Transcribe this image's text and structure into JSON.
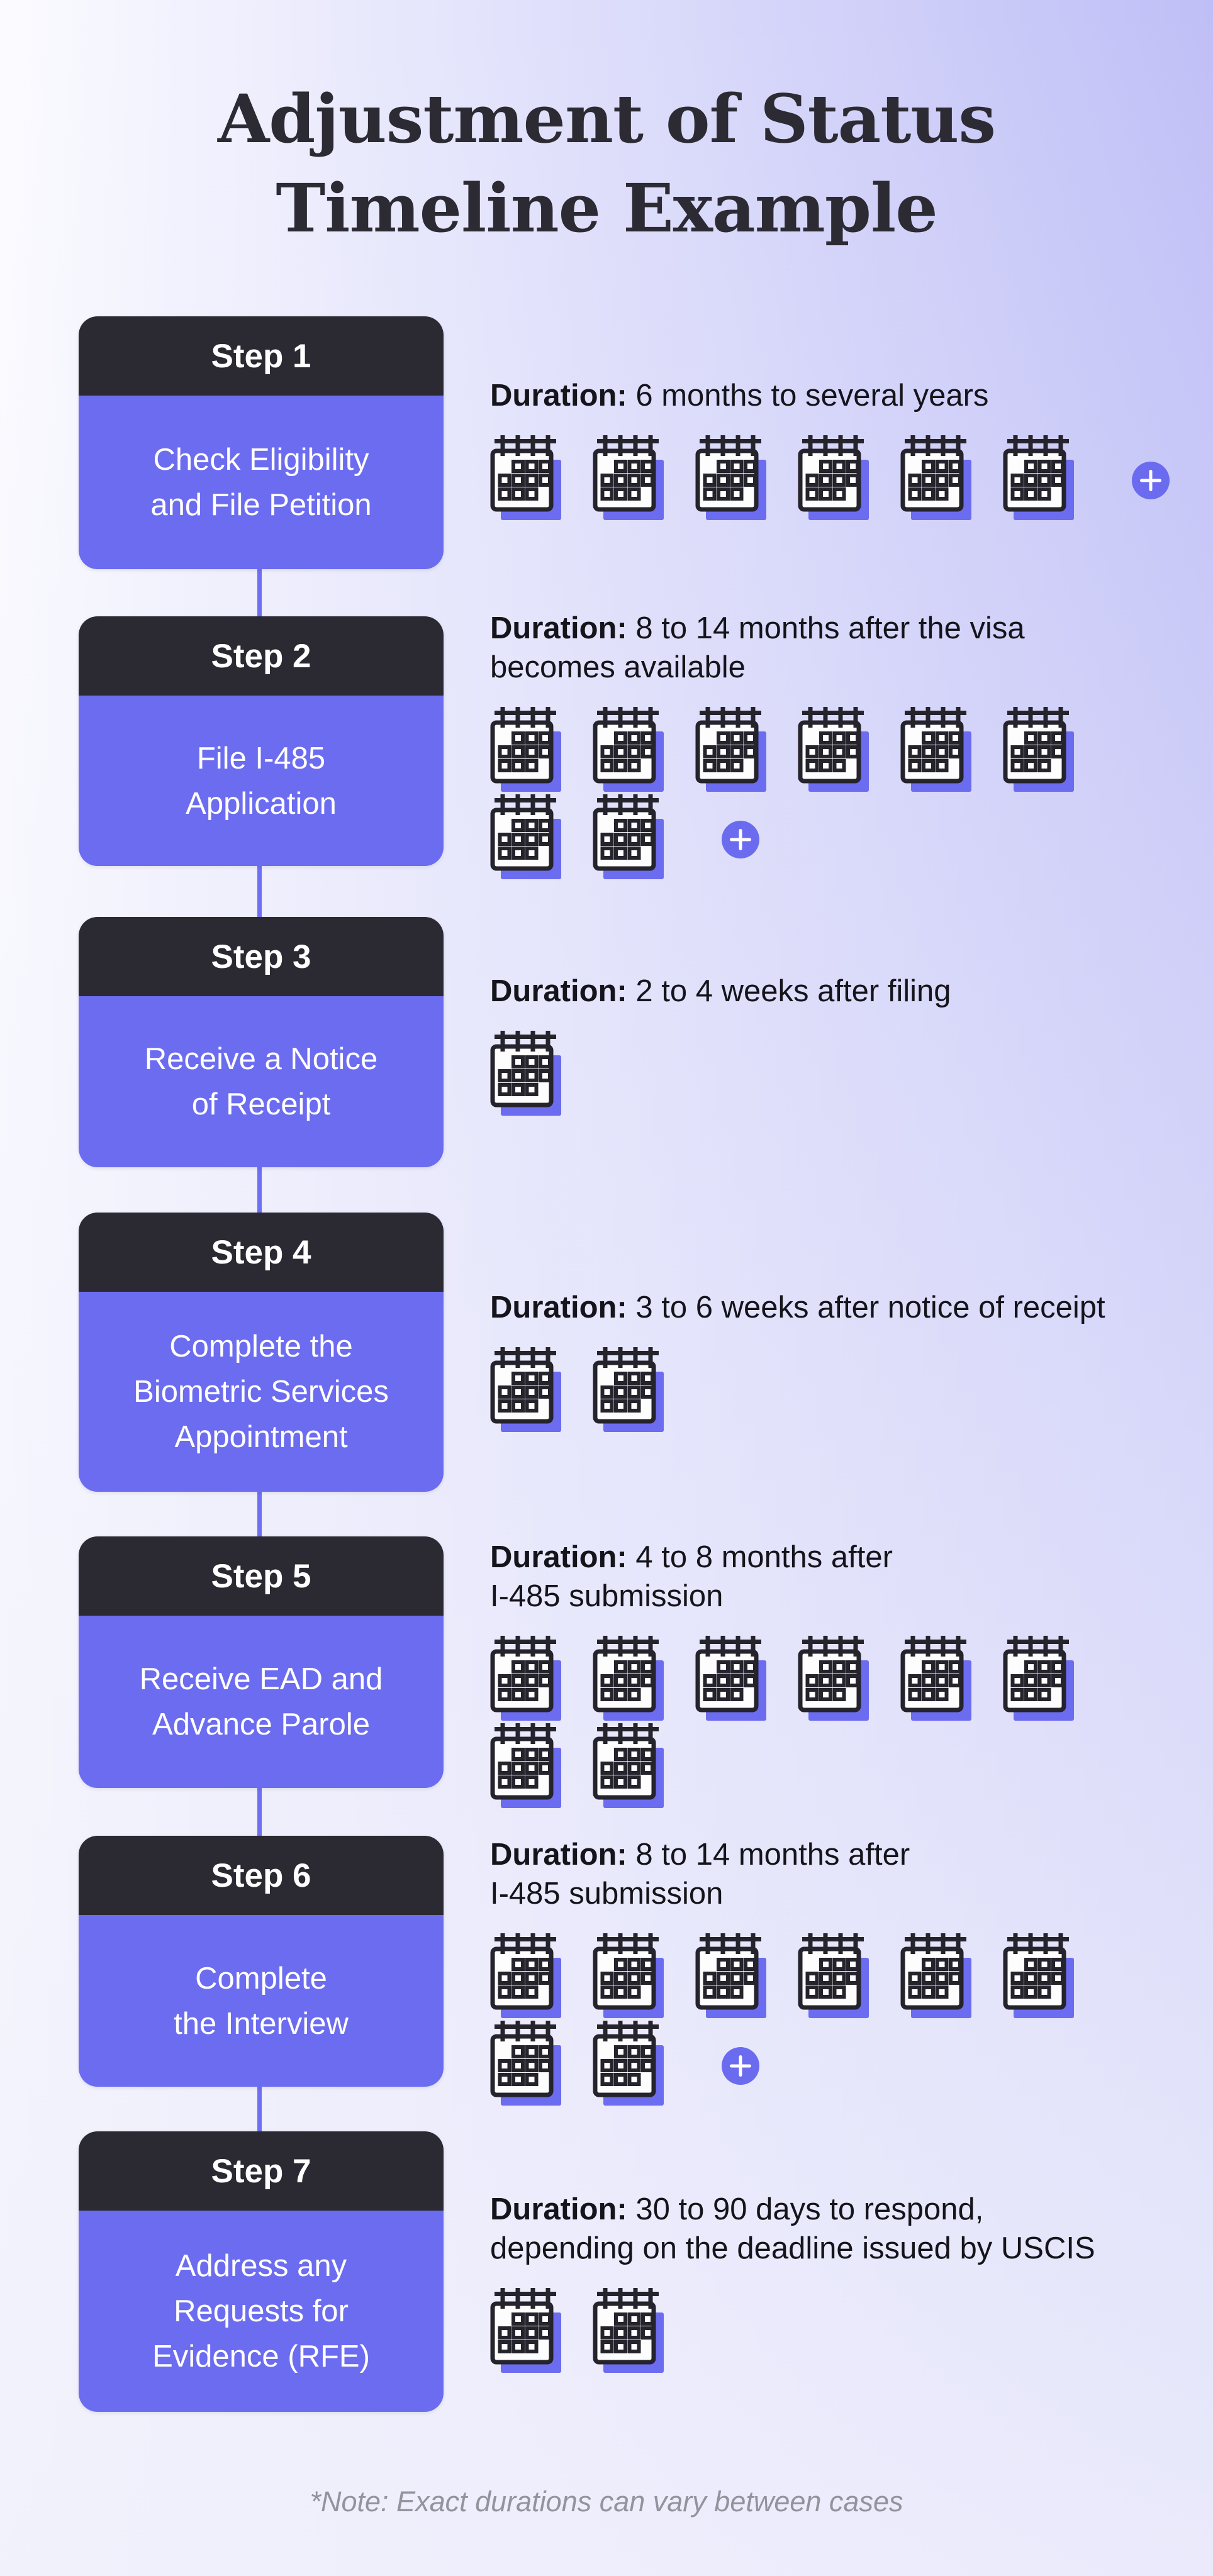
{
  "page": {
    "title": "Adjustment of Status\nTimeline Example",
    "footnote": "*Note: Exact durations can vary between cases"
  },
  "labels": {
    "duration": "Duration:"
  },
  "colors": {
    "accent_purple": "#6c6cf0",
    "header_dark": "#2b2932",
    "icon_ink": "#25232b",
    "icon_paper": "#fdfdfe",
    "title_text": "#2c2a33",
    "body_text": "#15141b",
    "note_gray": "#93939e",
    "background_left": "#fbfbff",
    "background_right": "#bfbff7"
  },
  "steps": [
    {
      "label": "Step 1",
      "title": "Check Eligibility\nand File Petition",
      "duration_text": "6 months to several years",
      "calendar_rows": [
        6
      ],
      "plus_after_row": 0
    },
    {
      "label": "Step 2",
      "title": "File I-485\nApplication",
      "duration_text": "8 to 14 months after the visa\nbecomes available",
      "calendar_rows": [
        6,
        2
      ],
      "plus_after_row": 1
    },
    {
      "label": "Step 3",
      "title": "Receive a Notice\nof Receipt",
      "duration_text": "2 to 4 weeks after filing",
      "calendar_rows": [
        1
      ],
      "plus_after_row": -1
    },
    {
      "label": "Step 4",
      "title": "Complete the\nBiometric Services\nAppointment",
      "duration_text": "3 to 6 weeks after notice of receipt",
      "calendar_rows": [
        2
      ],
      "plus_after_row": -1
    },
    {
      "label": "Step 5",
      "title": "Receive EAD and\nAdvance Parole",
      "duration_text": "4 to 8 months after\nI-485 submission",
      "calendar_rows": [
        6,
        2
      ],
      "plus_after_row": -1
    },
    {
      "label": "Step 6",
      "title": "Complete\nthe Interview",
      "duration_text": "8 to 14 months after\nI-485 submission",
      "calendar_rows": [
        6,
        2
      ],
      "plus_after_row": 1
    },
    {
      "label": "Step 7",
      "title": "Address any\nRequests for\nEvidence (RFE)",
      "duration_text": "30 to 90 days to respond,\ndepending on the deadline issued by USCIS",
      "calendar_rows": [
        2
      ],
      "plus_after_row": -1
    }
  ]
}
